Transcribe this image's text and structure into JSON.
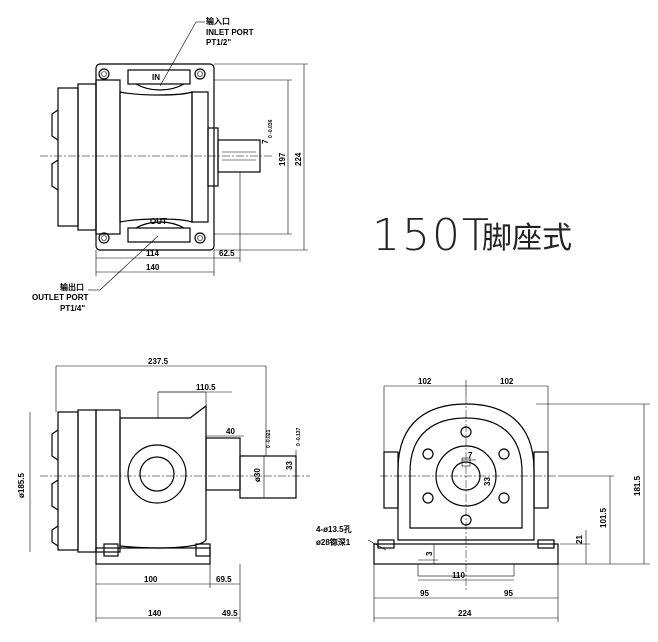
{
  "title": {
    "model": "150T",
    "style_cn": "脚座式"
  },
  "ports": {
    "inlet_cn": "输入口",
    "inlet_en": "INLET PORT",
    "inlet_size": "PT1/2\"",
    "outlet_cn": "输出口",
    "outlet_en": "OUTLET PORT",
    "outlet_size": "PT1/4\"",
    "in_mark": "IN",
    "out_mark": "OUT"
  },
  "top_view": {
    "dim_114": "114",
    "dim_62_5": "62.5",
    "dim_140": "140",
    "dim_197": "197",
    "dim_224": "224",
    "dim_key": "7",
    "dim_key_tol": "0\n-0.036"
  },
  "side_view": {
    "dim_237_5": "237.5",
    "dim_110_5": "110.5",
    "dim_40": "40",
    "dim_dia185_5": "ø185.5",
    "dim_dia30": "ø30",
    "dim_dia30_tol": "0\n-0.021",
    "dim_33": "33",
    "dim_33_tol": "0\n-0.137",
    "dim_100": "100",
    "dim_69_5": "69.5",
    "dim_140": "140",
    "dim_49_5": "49.5"
  },
  "front_view": {
    "dim_102_left": "102",
    "dim_102_right": "102",
    "dim_7": "7",
    "dim_33": "33",
    "dim_181_5": "181.5",
    "dim_101_5": "101.5",
    "dim_21": "21",
    "dim_3": "3",
    "dim_110": "110",
    "dim_95_left": "95",
    "dim_95_right": "95",
    "dim_224": "224",
    "holes_note": "4-ø13.5孔",
    "counterbore_note": "ø28锪深1"
  }
}
